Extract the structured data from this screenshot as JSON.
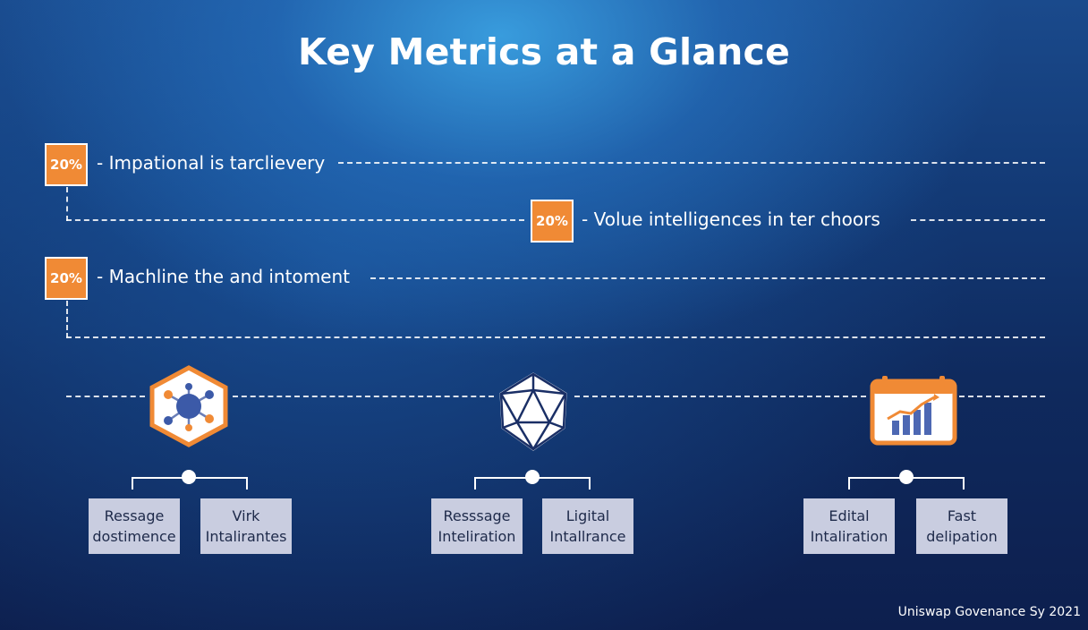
{
  "title": "Key Metrics at a Glance",
  "metrics": [
    {
      "badge": "20%",
      "label": "Impational is tarclievery"
    },
    {
      "badge": "20%",
      "label": "Volue intelligences in ter choors"
    },
    {
      "badge": "20%",
      "label": "Machline the and intoment"
    }
  ],
  "groups": [
    {
      "icon": "network-hexagon-icon",
      "cards": [
        {
          "line1": "Ressage",
          "line2": "dostimence"
        },
        {
          "line1": "Virk",
          "line2": "Intalirantes"
        }
      ]
    },
    {
      "icon": "polyhedron-icon",
      "cards": [
        {
          "line1": "Resssage",
          "line2": "Inteliration"
        },
        {
          "line1": "Ligital",
          "line2": "Intallrance"
        }
      ]
    },
    {
      "icon": "calendar-chart-icon",
      "cards": [
        {
          "line1": "Edital",
          "line2": "Intaliration"
        },
        {
          "line1": "Fast",
          "line2": "delipation"
        }
      ]
    }
  ],
  "footer": "Uniswap Govenance Sy 2021",
  "colors": {
    "accent": "#f08a35",
    "card_bg": "#c9cde0",
    "card_text": "#1e2a4a",
    "bg_dark": "#0d1f4e",
    "bg_light": "#3aa0e1"
  }
}
